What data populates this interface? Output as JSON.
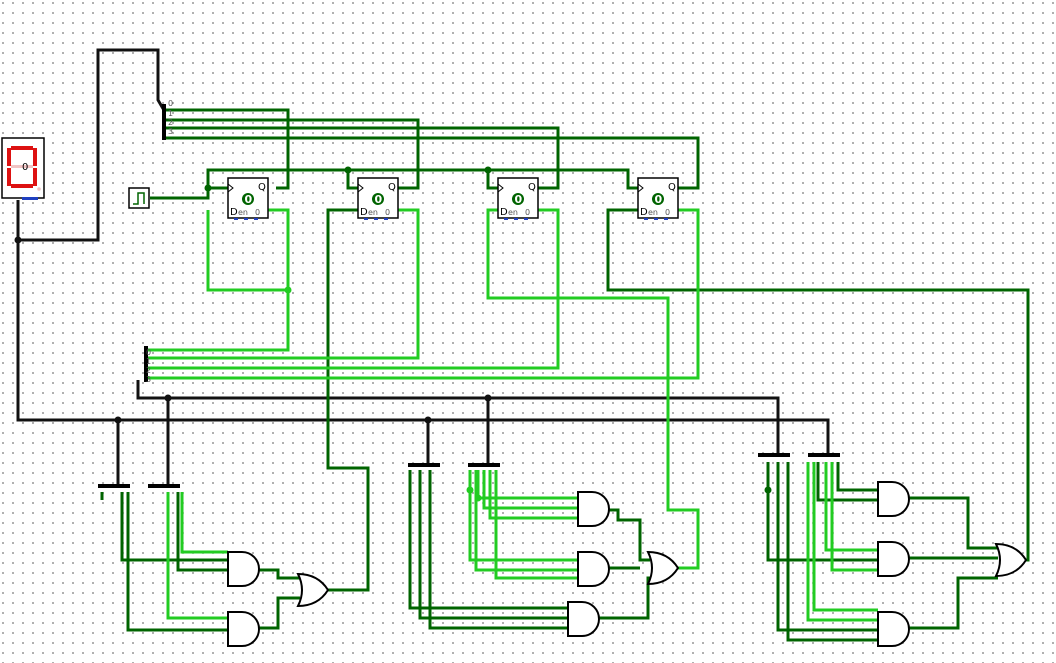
{
  "display": {
    "digit": "0",
    "segment_color": "#dd1111"
  },
  "flip_flops": [
    {
      "state": "0",
      "q_label": "Q",
      "d_label": "D",
      "en_label": "en"
    },
    {
      "state": "0",
      "q_label": "Q",
      "d_label": "D",
      "en_label": "en"
    },
    {
      "state": "0",
      "q_label": "Q",
      "d_label": "D",
      "en_label": "en"
    },
    {
      "state": "0",
      "q_label": "Q",
      "d_label": "D",
      "en_label": "en"
    }
  ],
  "colors": {
    "wire_dark": "#006400",
    "wire_light": "#22cc22",
    "wire_black": "#111111"
  },
  "icons": {
    "clock": "clock-icon"
  }
}
